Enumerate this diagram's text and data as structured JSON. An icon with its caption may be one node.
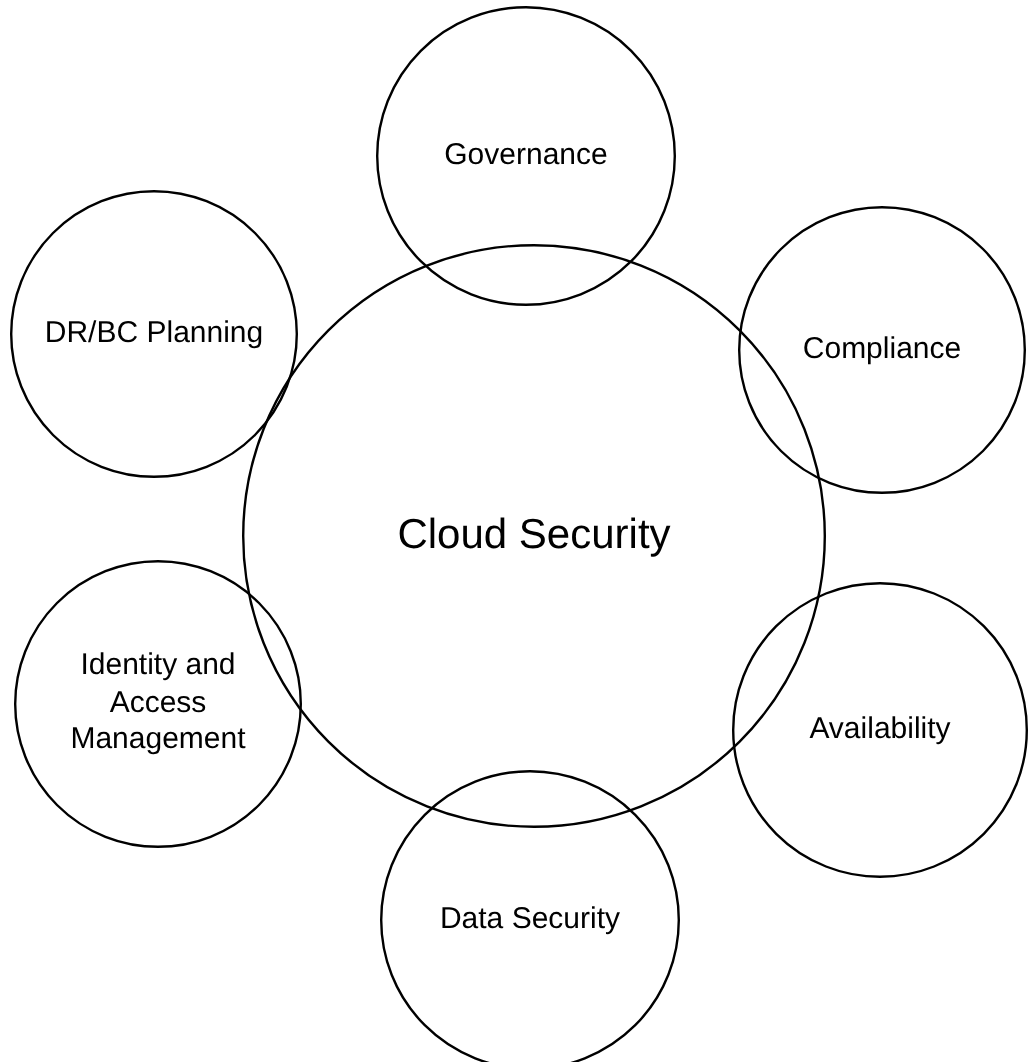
{
  "diagram": {
    "nodes": [
      {
        "text": [
          "Governance"
        ]
      },
      {
        "text": [
          "DR/BC Planning"
        ]
      },
      {
        "text": [
          "Compliance"
        ]
      },
      {
        "text": [
          "Cloud Security"
        ]
      },
      {
        "text": [
          "Identity and Access Management"
        ]
      },
      {
        "text": [
          "Availability"
        ]
      },
      {
        "text": [
          "Data Security"
        ]
      }
    ]
  }
}
